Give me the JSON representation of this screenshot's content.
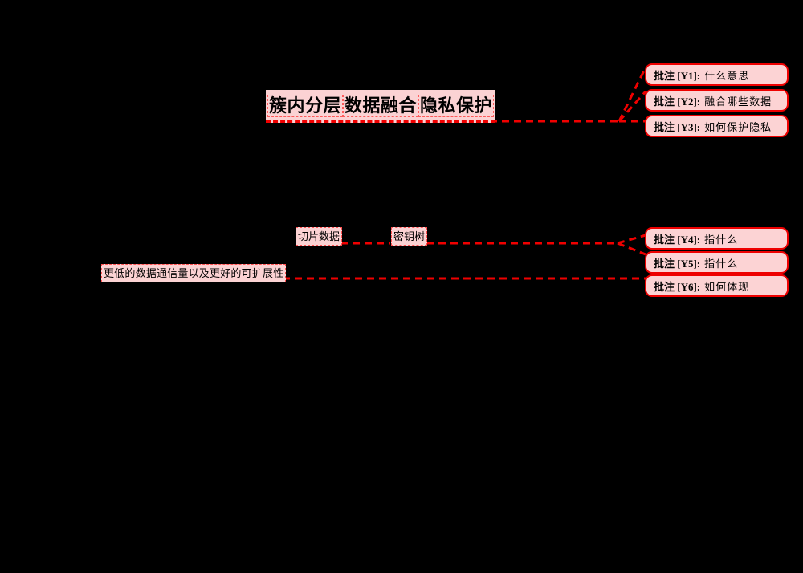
{
  "page": {
    "background_color": "#000000",
    "highlight_color": "#fbd2d3",
    "comment_fill_color": "#fcd3d4",
    "comment_border_color": "#ee0000",
    "connector_color": "#f00000"
  },
  "title": {
    "full_text": "簇内分层数据融合隐私保护",
    "segments": [
      "簇内分层",
      "数据融合",
      "隐私保护"
    ]
  },
  "anchors": {
    "sliced_data": "切片数据",
    "key_tree": "密钥树",
    "scalability": "更低的数据通信量以及更好的可扩展性"
  },
  "comments": [
    {
      "id": "Y1",
      "label": "批注 [Y1]:",
      "text": "什么意思"
    },
    {
      "id": "Y2",
      "label": "批注 [Y2]:",
      "text": "融合哪些数据"
    },
    {
      "id": "Y3",
      "label": "批注 [Y3]:",
      "text": "如何保护隐私"
    },
    {
      "id": "Y4",
      "label": "批注 [Y4]:",
      "text": "指什么"
    },
    {
      "id": "Y5",
      "label": "批注 [Y5]:",
      "text": "指什么"
    },
    {
      "id": "Y6",
      "label": "批注 [Y6]:",
      "text": "如何体现"
    }
  ]
}
